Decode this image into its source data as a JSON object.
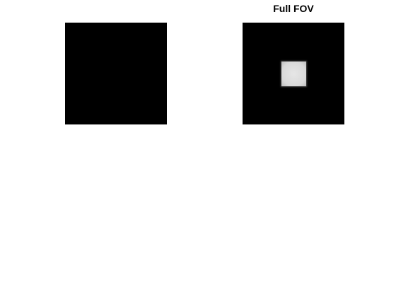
{
  "figure": {
    "panels": [
      {
        "id": "left",
        "title": "",
        "background_color": "#000000"
      },
      {
        "id": "right",
        "title": "Full FOV",
        "background_color": "#000000",
        "square_color": "#dcdcdc"
      }
    ]
  }
}
